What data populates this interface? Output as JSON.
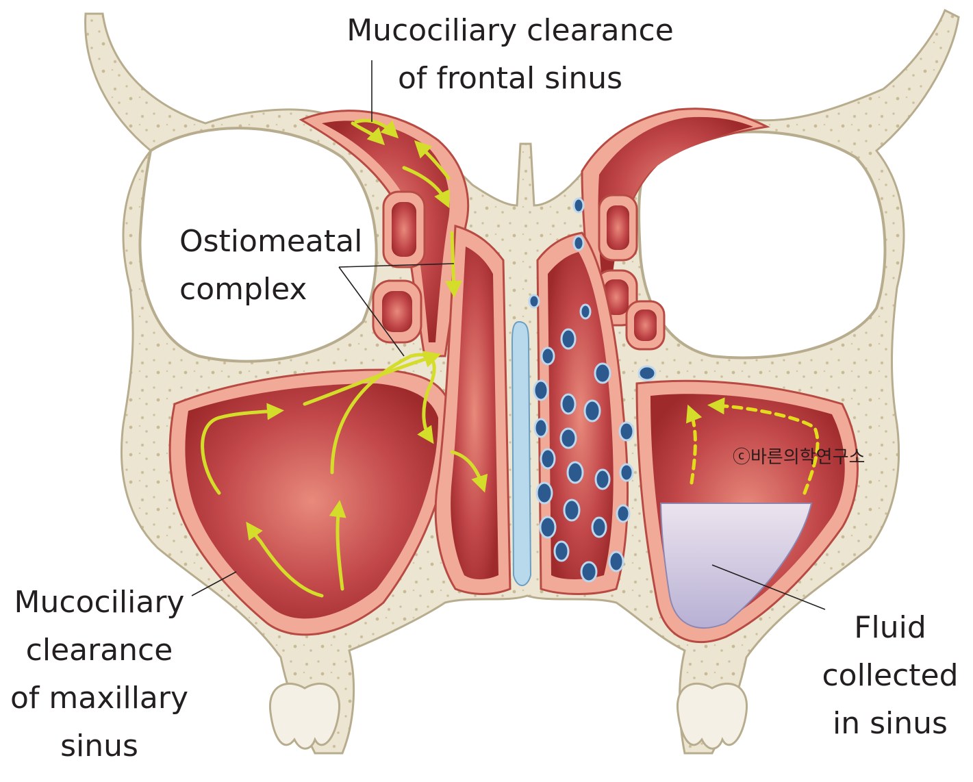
{
  "labels": {
    "frontal": [
      "Mucociliary clearance",
      "of frontal sinus"
    ],
    "ostiomeatal": [
      "Ostiomeatal",
      "complex"
    ],
    "maxillary": [
      "Mucociliary",
      "clearance",
      "of maxillary",
      "sinus"
    ],
    "fluid": [
      "Fluid",
      "collected",
      "in sinus"
    ]
  },
  "watermark": "ⓒ바른의학연구소",
  "colors": {
    "bone": "#ece5d1",
    "bone_outline": "#b8ac8e",
    "mucosa": "#f2aa98",
    "sinus_cavity": "#b8393a",
    "airflow_arrow": "#d8e23a",
    "fluid": "#cdc4dc",
    "septum": "#b8d8ec",
    "gland": "#2d5a8e"
  }
}
